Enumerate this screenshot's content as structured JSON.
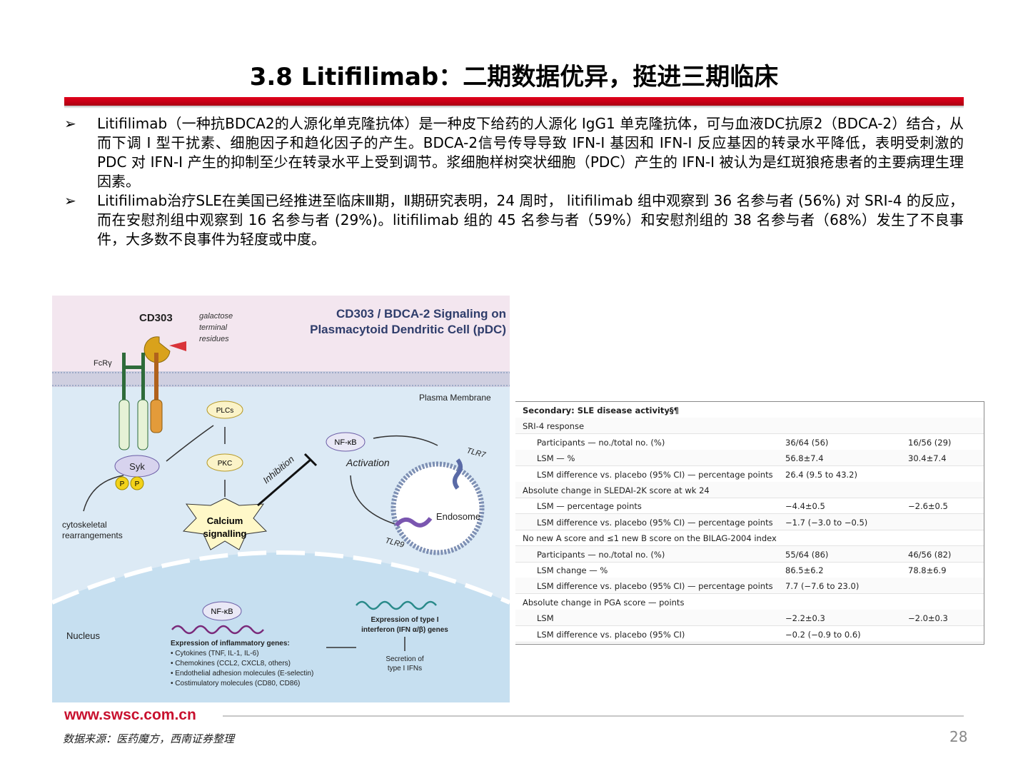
{
  "title": "3.8 Litifilimab：二期数据优异，挺进三期临床",
  "bullet_marker": "➢",
  "bullets": [
    "Litifilimab（一种抗BDCA2的人源化单克隆抗体）是一种皮下给药的人源化 IgG1 单克隆抗体，可与血液DC抗原2（BDCA-2）结合，从而下调 I 型干扰素、细胞因子和趋化因子的产生。BDCA-2信号传导导致 IFN-I 基因和 IFN-I 反应基因的转录水平降低，表明受刺激的 PDC 对 IFN-I 产生的抑制至少在转录水平上受到调节。浆细胞样树突状细胞（PDC）产生的 IFN-I 被认为是红斑狼疮患者的主要病理生理因素。",
    "Litifilimab治疗SLE在美国已经推进至临床Ⅲ期，Ⅱ期研究表明，24 周时， litifilimab 组中观察到 36 名参与者 (56%) 对 SRI-4 的反应，而在安慰剂组中观察到 16 名参与者 (29%)。litifilimab 组的 45 名参与者（59%）和安慰剂组的 38 名参与者（68%）发生了不良事件，大多数不良事件为轻度或中度。"
  ],
  "figure": {
    "title_line1": "CD303 / BDCA-2 Signaling on",
    "title_line2": "Plasmacytoid Dendritic Cell (pDC)",
    "cd303": "CD303",
    "galactose_1": "galactose",
    "galactose_2": "terminal",
    "galactose_3": "residues",
    "fcry": "FcRγ",
    "plasma_membrane": "Plasma Membrane",
    "plcs": "PLCs",
    "pkc": "PKC",
    "syk": "Syk",
    "p": "P",
    "calcium_1": "Calcium",
    "calcium_2": "signalling",
    "inhibition": "Inhibition",
    "nfkb": "NF-κB",
    "activation": "Activation",
    "tlr7": "TLR7",
    "tlr9": "TLR9",
    "endosome": "Endosome",
    "cytoskeletal_1": "cytoskeletal",
    "cytoskeletal_2": "rearrangements",
    "nucleus": "Nucleus",
    "nfkb_nucleus": "NF-κB",
    "inflam_title": "Expression of inflammatory genes:",
    "inflam_items": [
      "• Cytokines (TNF, IL-1, IL-6)",
      "• Chemokines (CCL2, CXCL8, others)",
      "• Endothelial adhesion molecules (E-selectin)",
      "• Costimulatory molecules (CD80, CD86)"
    ],
    "expr_1": "Expression of type I",
    "expr_2": "interferon (IFN α/β) genes",
    "secretion_1": "Secretion of",
    "secretion_2": "type I IFNs"
  },
  "table": {
    "rows": [
      {
        "label": "Secondary: SLE disease activity§¶",
        "c1": "",
        "c2": "",
        "indent": 0,
        "bold": true
      },
      {
        "label": "SRI-4 response",
        "c1": "",
        "c2": "",
        "indent": 0
      },
      {
        "label": "Participants — no./total no. (%)",
        "c1": "36/64 (56)",
        "c2": "16/56 (29)",
        "indent": 1
      },
      {
        "label": "LSM — %",
        "c1": "56.8±7.4",
        "c2": "30.4±7.4",
        "indent": 1
      },
      {
        "label": "LSM difference vs. placebo (95% CI) — percentage points",
        "c1": "26.4 (9.5 to 43.2)",
        "c2": "",
        "indent": 1
      },
      {
        "label": "Absolute change in SLEDAI-2K score at wk 24",
        "c1": "",
        "c2": "",
        "indent": 0
      },
      {
        "label": "LSM — percentage points",
        "c1": "−4.4±0.5",
        "c2": "−2.6±0.5",
        "indent": 1
      },
      {
        "label": "LSM difference vs. placebo (95% CI) — percentage points",
        "c1": "−1.7 (−3.0 to −0.5)",
        "c2": "",
        "indent": 1
      },
      {
        "label": "No new A score and ≤1 new B score on the BILAG-2004 index",
        "c1": "",
        "c2": "",
        "indent": 0
      },
      {
        "label": "Participants — no./total no. (%)",
        "c1": "55/64 (86)",
        "c2": "46/56 (82)",
        "indent": 1
      },
      {
        "label": "LSM change — %",
        "c1": "86.5±6.2",
        "c2": "78.8±6.9",
        "indent": 1
      },
      {
        "label": "LSM difference vs. placebo (95% CI) — percentage points",
        "c1": "7.7 (−7.6 to 23.0)",
        "c2": "",
        "indent": 1
      },
      {
        "label": "Absolute change in PGA score — points",
        "c1": "",
        "c2": "",
        "indent": 0
      },
      {
        "label": "LSM",
        "c1": "−2.2±0.3",
        "c2": "−2.0±0.3",
        "indent": 1
      },
      {
        "label": "LSM difference vs. placebo (95% CI)",
        "c1": "−0.2 (−0.9 to 0.6)",
        "c2": "",
        "indent": 1
      }
    ]
  },
  "footer": {
    "url": "www.swsc.com.cn",
    "source": "数据来源：医药魔方，西南证券整理",
    "page": "28"
  },
  "colors": {
    "accent_red": "#c8102e",
    "membrane_pink": "#f3e6ef",
    "cell_blue": "#dceaf5",
    "nucleus_blue": "#c6dff0"
  }
}
